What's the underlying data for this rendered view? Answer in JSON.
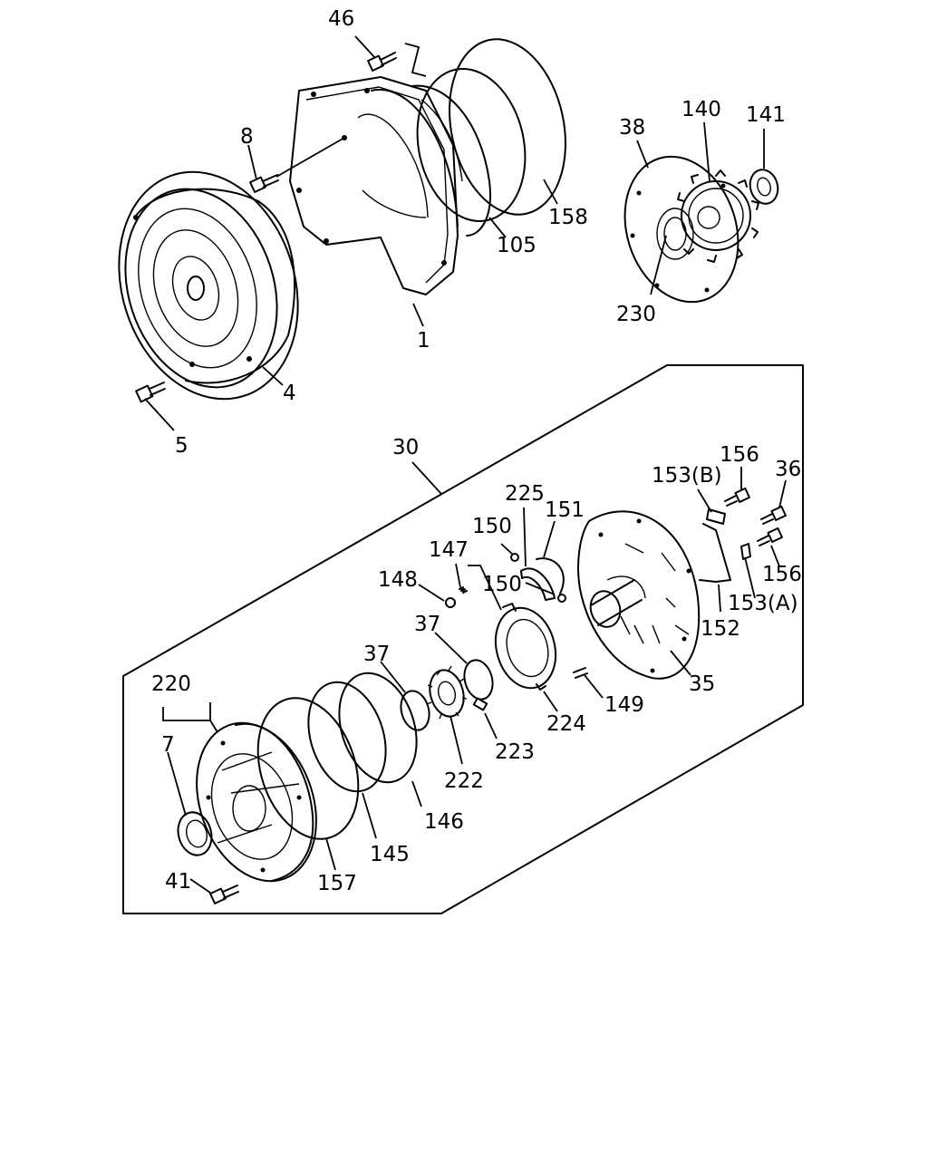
{
  "labels": {
    "p46": "46",
    "p8": "8",
    "p1": "1",
    "p4": "4",
    "p5": "5",
    "p105": "105",
    "p158": "158",
    "p38": "38",
    "p140": "140",
    "p141": "141",
    "p230": "230",
    "p30": "30",
    "p225": "225",
    "p151": "151",
    "p150a": "150",
    "p150b": "150",
    "p147": "147",
    "p148": "148",
    "p153b": "153(B)",
    "p156a": "156",
    "p36": "36",
    "p156b": "156",
    "p153a": "153(A)",
    "p152": "152",
    "p35": "35",
    "p37a": "37",
    "p37b": "37",
    "p224": "224",
    "p149": "149",
    "p223": "223",
    "p222": "222",
    "p220": "220",
    "p7": "7",
    "p146": "146",
    "p145": "145",
    "p157": "157",
    "p41": "41"
  }
}
